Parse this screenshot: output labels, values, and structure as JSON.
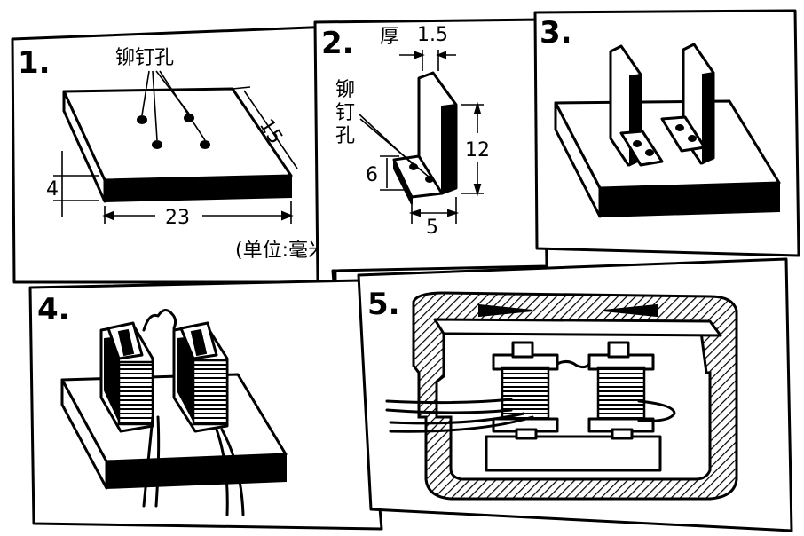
{
  "panels": [
    {
      "label": "1."
    },
    {
      "label": "2."
    },
    {
      "label": "3."
    },
    {
      "label": "4."
    },
    {
      "label": "5."
    }
  ],
  "panel1": {
    "rivet_holes": "铆钉孔",
    "dim_length": "23",
    "dim_width": "15",
    "dim_height": "4"
  },
  "panel2": {
    "thickness_label": "厚",
    "dim_thickness": "1.5",
    "rivet_1": "铆",
    "rivet_2": "钉",
    "rivet_3": "孔",
    "dim_height": "12",
    "dim_small": "6",
    "dim_base": "5"
  },
  "units": "(单位:毫米)"
}
